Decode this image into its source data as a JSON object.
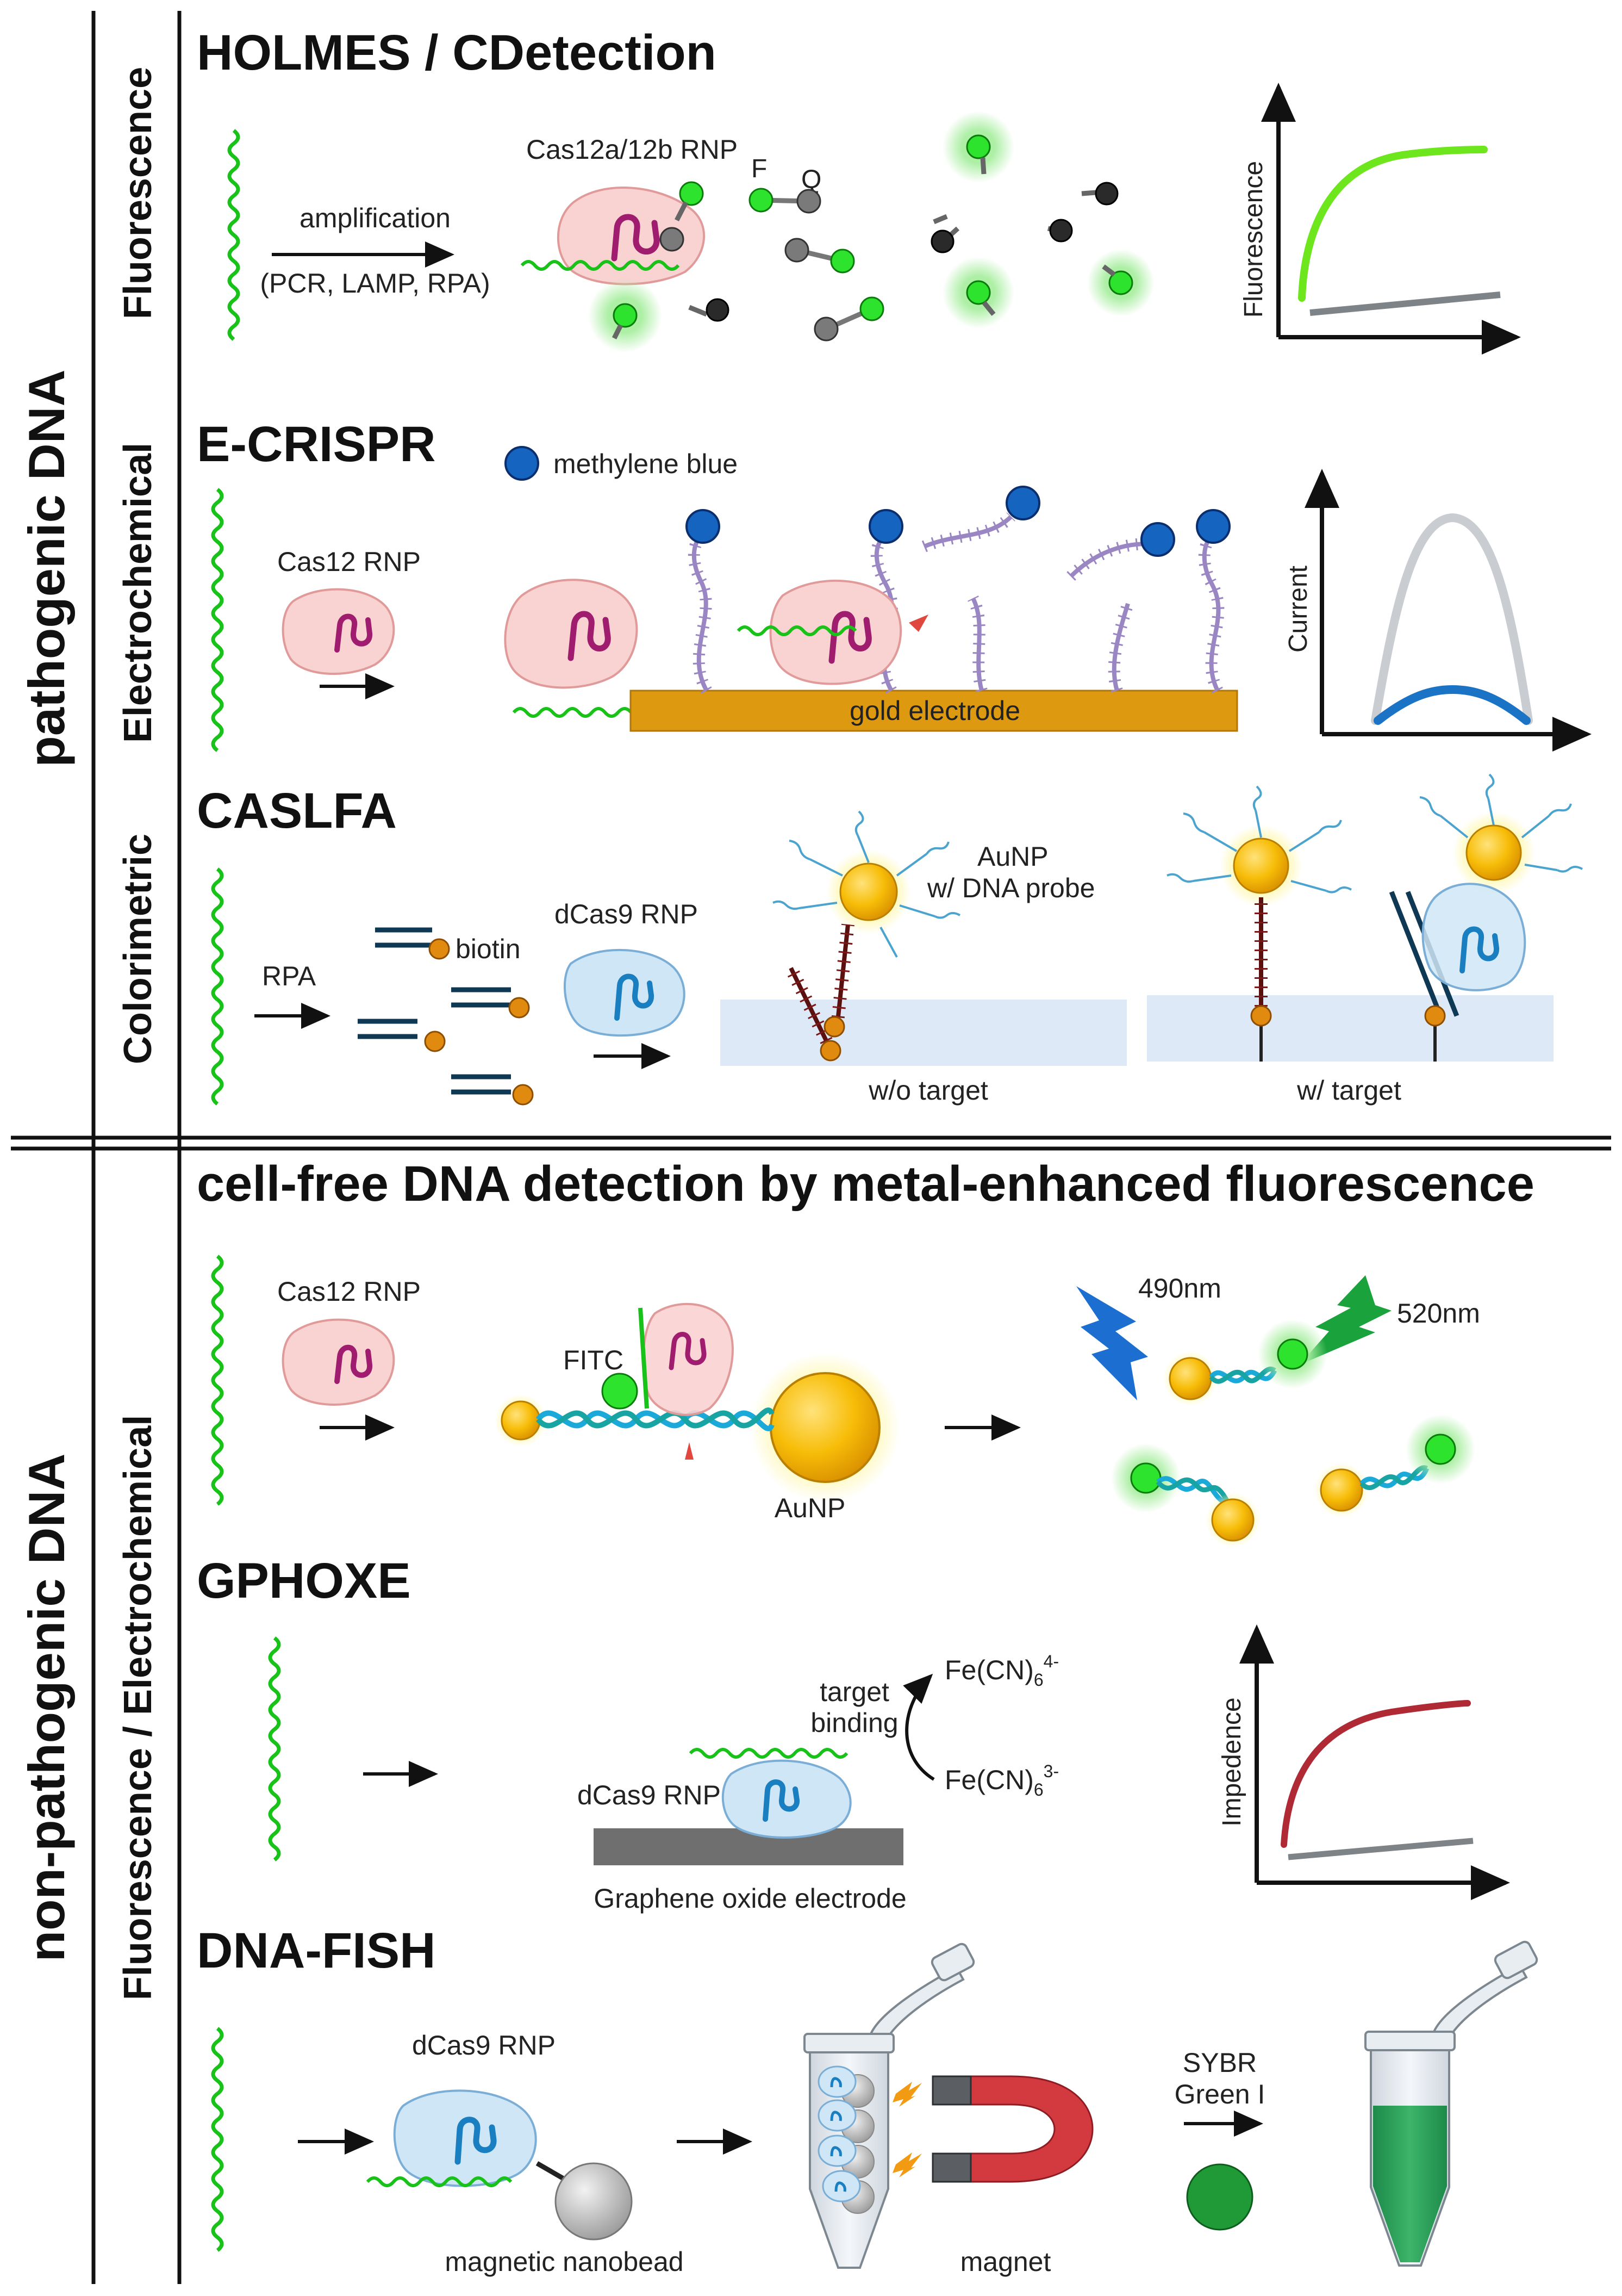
{
  "section_labels": {
    "top": "pathogenic DNA",
    "bottom": "non-pathogenic DNA"
  },
  "method_labels": {
    "fluorescence": "Fluorescence",
    "electrochemical": "Electrochemical",
    "colorimetric": "Colorimetric",
    "fluor_electro": "Fluorescence / Electrochemical"
  },
  "holmes": {
    "title": "HOLMES / CDetection",
    "rnp": "Cas12a/12b RNP",
    "f": "F",
    "q": "Q",
    "amp": "amplification",
    "amp_methods": "(PCR, LAMP, RPA)",
    "y_axis": "Fluorescence"
  },
  "ecrispr": {
    "title": "E-CRISPR",
    "mb": "methylene blue",
    "rnp": "Cas12 RNP",
    "electrode": "gold electrode",
    "y_axis": "Current"
  },
  "caslfa": {
    "title": "CASLFA",
    "rpa": "RPA",
    "biotin": "biotin",
    "rnp": "dCas9 RNP",
    "aunp": "AuNP",
    "probe": "w/ DNA probe",
    "without": "w/o target",
    "with": "w/ target"
  },
  "cfdna": {
    "title": "cell-free DNA detection by metal-enhanced fluorescence",
    "rnp": "Cas12 RNP",
    "fitc": "FITC",
    "aunp": "AuNP",
    "ex": "490nm",
    "em": "520nm"
  },
  "gphoxe": {
    "title": "GPHOXE",
    "target1": "target",
    "target2": "binding",
    "rnp": "dCas9 RNP",
    "electrode": "Graphene oxide electrode",
    "fe_base": "Fe(CN)",
    "fe_sub": "6",
    "fe_top_sup": "4-",
    "fe_bot_sup": "3-",
    "y_axis": "Impedence"
  },
  "dnafish": {
    "title": "DNA-FISH",
    "rnp": "dCas9 RNP",
    "bead": "magnetic nanobead",
    "magnet": "magnet",
    "sybr1": "SYBR",
    "sybr2": "Green I"
  },
  "colors": {
    "dna_green": "#19c219",
    "cas12_fill": "#f9d2d2",
    "dcas9_fill": "#cfe6f6",
    "gold": "#f5b800",
    "mb_blue": "#1565c0",
    "electrode": "#dd9a10",
    "probe_purple": "#9b86c4",
    "curve_green": "#6ee61e",
    "curve_red": "#b02a35",
    "curve_blue": "#1a73c4",
    "curve_gray": "#c9cdd2"
  }
}
